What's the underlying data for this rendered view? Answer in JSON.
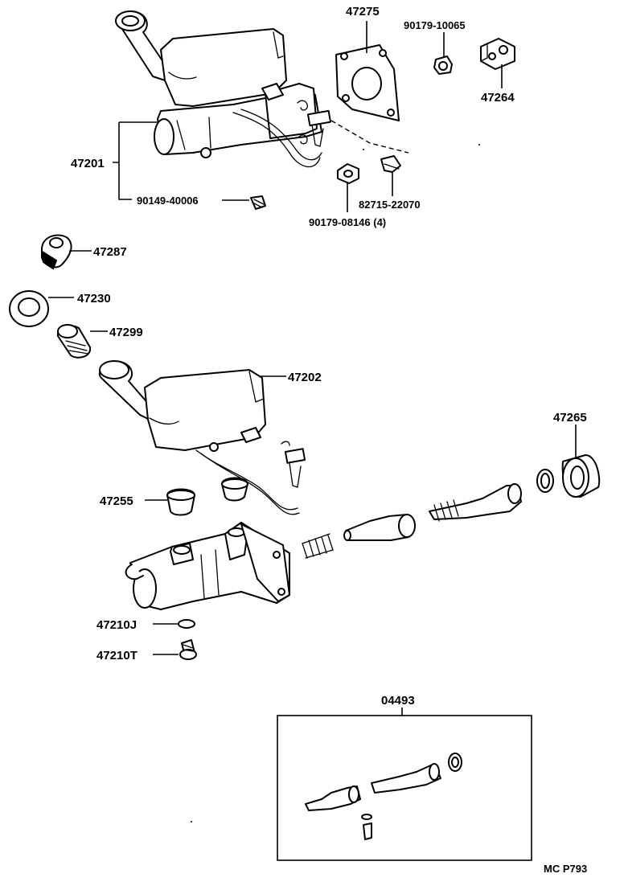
{
  "diagram": {
    "parts": [
      {
        "id": "47275",
        "label": "47275"
      },
      {
        "id": "90179-10065",
        "label": "90179-10065"
      },
      {
        "id": "47264",
        "label": "47264"
      },
      {
        "id": "47201",
        "label": "47201"
      },
      {
        "id": "90149-40006",
        "label": "90149-40006"
      },
      {
        "id": "82715-22070",
        "label": "82715-22070"
      },
      {
        "id": "90179-08146",
        "label": "90179-08146 (4)"
      },
      {
        "id": "47287",
        "label": "47287"
      },
      {
        "id": "47230",
        "label": "47230"
      },
      {
        "id": "47299",
        "label": "47299"
      },
      {
        "id": "47202",
        "label": "47202"
      },
      {
        "id": "47265",
        "label": "47265"
      },
      {
        "id": "47255",
        "label": "47255"
      },
      {
        "id": "47210J",
        "label": "47210J"
      },
      {
        "id": "47210T",
        "label": "47210T"
      },
      {
        "id": "04493",
        "label": "04493"
      }
    ],
    "footer_code": "MC P793"
  }
}
